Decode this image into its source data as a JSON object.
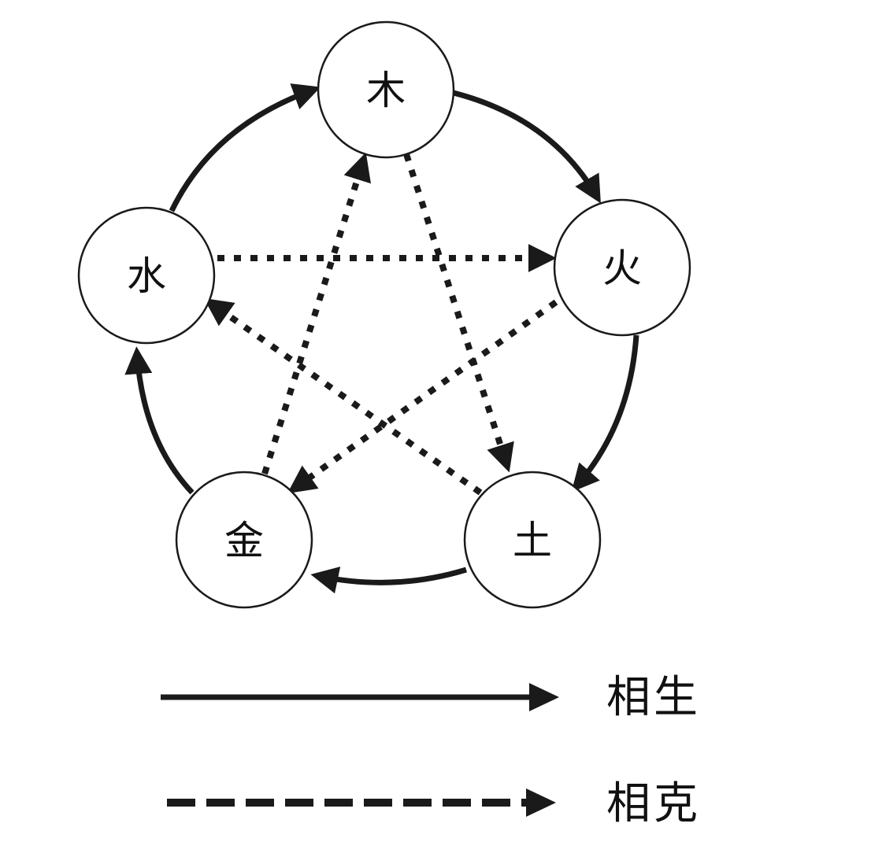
{
  "nodes": {
    "wood": {
      "label": "木"
    },
    "fire": {
      "label": "火"
    },
    "earth": {
      "label": "土"
    },
    "metal": {
      "label": "金"
    },
    "water": {
      "label": "水"
    }
  },
  "generating_cycle": [
    "wood",
    "fire",
    "earth",
    "metal",
    "water"
  ],
  "overcoming_cycle": [
    [
      "wood",
      "earth"
    ],
    [
      "earth",
      "water"
    ],
    [
      "water",
      "fire"
    ],
    [
      "fire",
      "metal"
    ],
    [
      "metal",
      "wood"
    ]
  ],
  "legend": {
    "solid_label": "相生",
    "dashed_label": "相克"
  },
  "colors": {
    "line": "#1a1a1a",
    "background": "#ffffff"
  }
}
